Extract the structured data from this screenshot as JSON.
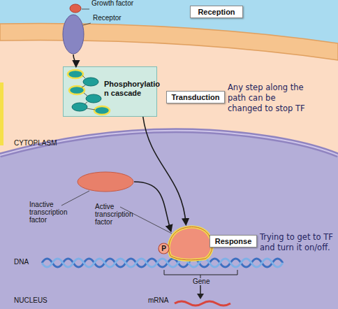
{
  "diagram": {
    "nodes": [
      {
        "text": [
          "Growth factor"
        ]
      },
      {
        "text": [
          "Receptor"
        ]
      },
      {
        "text": [
          "Reception"
        ]
      },
      {
        "text": [
          "Phosphorylatio n cascade"
        ]
      },
      {
        "text": [
          "Transduction"
        ]
      },
      {
        "text": [
          "Inactive transcription factor"
        ]
      },
      {
        "text": [
          "Active transcription factor"
        ]
      },
      {
        "text": [
          "P"
        ],
        "in": 6
      },
      {
        "text": [
          "Response"
        ]
      }
    ],
    "edges": [
      {
        "from": 1,
        "to": 3,
        "arrow": "to"
      },
      {
        "from": 3,
        "to": 6,
        "arrow": "to"
      },
      {
        "from": 5,
        "to": 6,
        "arrow": "to"
      }
    ],
    "labels": [
      "Any step along the path can be changed to stop TF",
      "CYTOPLASM",
      "Trying to get to TF and turn it on/off.",
      "DNA",
      "Gene",
      "NUCLEUS",
      "mRNA"
    ]
  }
}
